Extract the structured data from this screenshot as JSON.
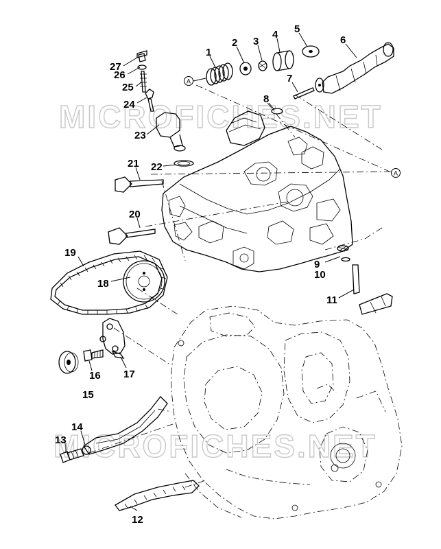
{
  "watermark": {
    "text_top": "MICROFICHES.NET",
    "text_bottom": "MICROFICHES.NET"
  },
  "reference_mark": "A",
  "callouts": [
    {
      "id": "1",
      "label": "1"
    },
    {
      "id": "2",
      "label": "2"
    },
    {
      "id": "3",
      "label": "3"
    },
    {
      "id": "4",
      "label": "4"
    },
    {
      "id": "5",
      "label": "5"
    },
    {
      "id": "6",
      "label": "6"
    },
    {
      "id": "7",
      "label": "7"
    },
    {
      "id": "8",
      "label": "8"
    },
    {
      "id": "9",
      "label": "9"
    },
    {
      "id": "10",
      "label": "10"
    },
    {
      "id": "11",
      "label": "11"
    },
    {
      "id": "12",
      "label": "12"
    },
    {
      "id": "13",
      "label": "13"
    },
    {
      "id": "14",
      "label": "14"
    },
    {
      "id": "15",
      "label": "15"
    },
    {
      "id": "16",
      "label": "16"
    },
    {
      "id": "17",
      "label": "17"
    },
    {
      "id": "18",
      "label": "18"
    },
    {
      "id": "19",
      "label": "19"
    },
    {
      "id": "20",
      "label": "20"
    },
    {
      "id": "21",
      "label": "21"
    },
    {
      "id": "22",
      "label": "22"
    },
    {
      "id": "23",
      "label": "23"
    },
    {
      "id": "24",
      "label": "24"
    },
    {
      "id": "25",
      "label": "25"
    },
    {
      "id": "26",
      "label": "26"
    },
    {
      "id": "27",
      "label": "27"
    }
  ]
}
